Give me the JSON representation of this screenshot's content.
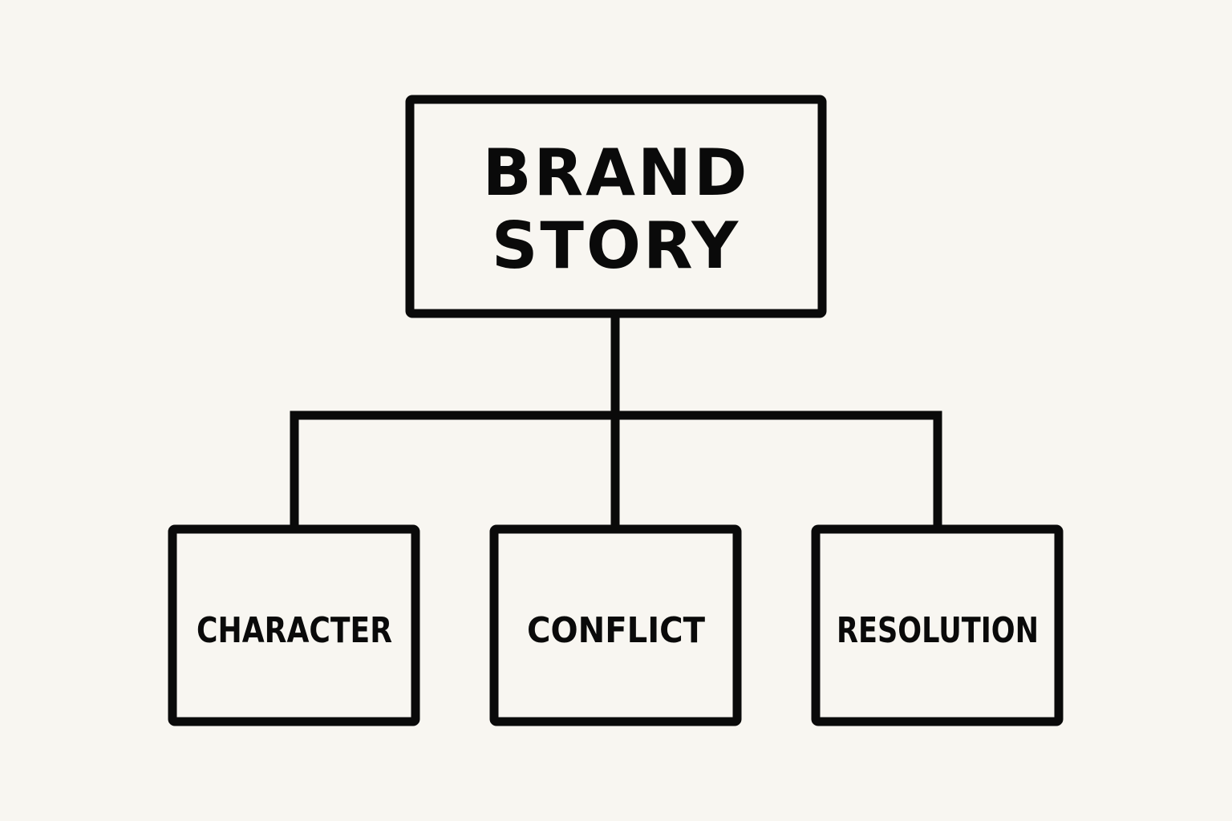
{
  "diagram": {
    "root": {
      "lines": [
        "BRAND",
        "STORY"
      ]
    },
    "children": [
      {
        "label": "CHARACTER"
      },
      {
        "label": "CONFLICT"
      },
      {
        "label": "RESOLUTION"
      }
    ],
    "colors": {
      "background": "#f8f6f1",
      "ink": "#0a0a0a"
    }
  }
}
